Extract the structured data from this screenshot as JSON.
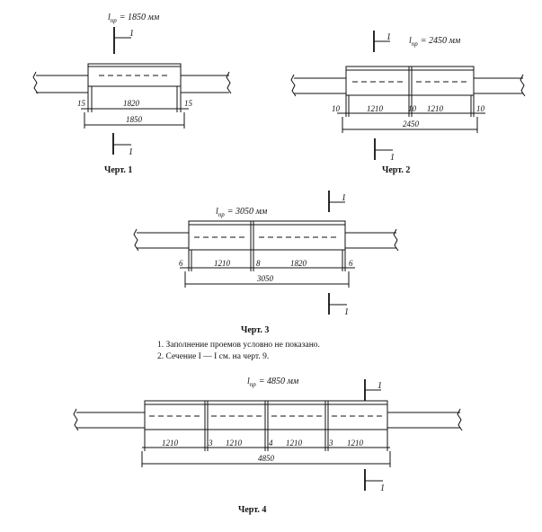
{
  "fig1": {
    "title": "l",
    "title_sub": "пр",
    "title_value": "= 1850 мм",
    "dims": [
      "15",
      "1820",
      "15"
    ],
    "total": "1850",
    "caption": "Черт. 1"
  },
  "fig2": {
    "title": "l",
    "title_sub": "пр",
    "title_value": "= 2450 мм",
    "dims": [
      "10",
      "1210",
      "10",
      "1210",
      "10"
    ],
    "total": "2450",
    "caption": "Черт. 2"
  },
  "fig3": {
    "title": "l",
    "title_sub": "пр",
    "title_value": "= 3050 мм",
    "dims": [
      "6",
      "1210",
      "8",
      "1820",
      "6"
    ],
    "total": "3050",
    "caption": "Черт. 3"
  },
  "fig4": {
    "title": "l",
    "title_sub": "пр",
    "title_value": "= 4850 мм",
    "dims": [
      "1210",
      "3",
      "1210",
      "4",
      "1210",
      "3",
      "1210"
    ],
    "total": "4850",
    "caption": "Черт. 4"
  },
  "section_mark": "1",
  "notes": [
    "1. Заполнение проемов условно не показано.",
    "2. Сечение I — I см. на черт. 9."
  ]
}
